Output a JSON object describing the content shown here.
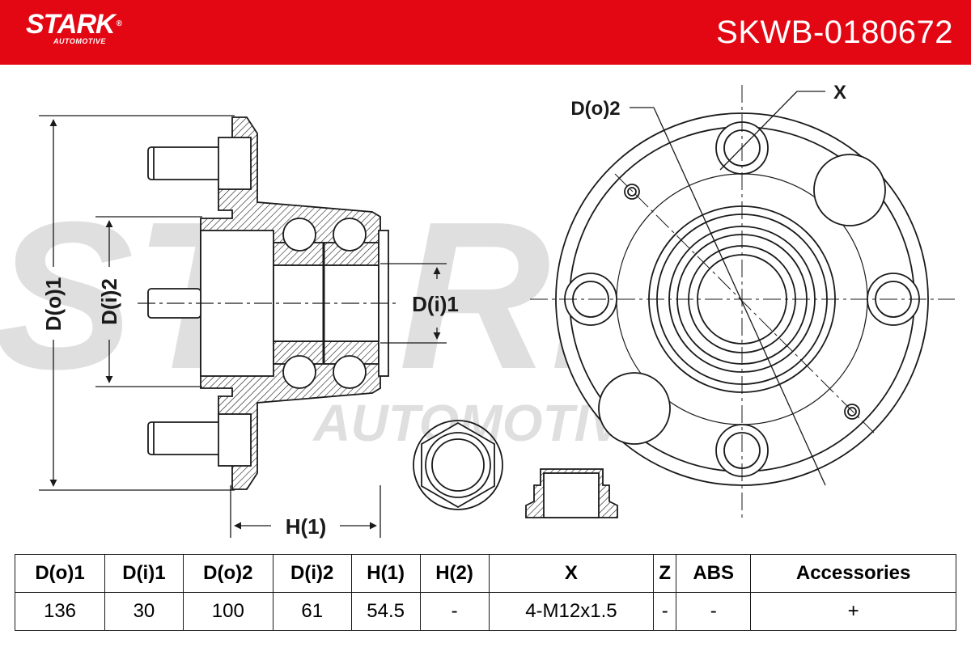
{
  "header": {
    "brand": "STARK",
    "brand_sub": "AUTOMOTIVE",
    "part_number": "SKWB-0180672",
    "bg_color": "#e30613"
  },
  "diagram": {
    "labels": {
      "d_o1": "D(o)1",
      "d_i2": "D(i)2",
      "d_i1": "D(i)1",
      "h1": "H(1)",
      "d_o2": "D(o)2",
      "x": "X"
    },
    "watermark": "STARK",
    "watermark_sub": "AUTOMOTIVE"
  },
  "table": {
    "headers": [
      "D(o)1",
      "D(i)1",
      "D(o)2",
      "D(i)2",
      "H(1)",
      "H(2)",
      "X",
      "Z",
      "ABS",
      "Accessories"
    ],
    "values": [
      "136",
      "30",
      "100",
      "61",
      "54.5",
      "-",
      "4-M12x1.5",
      "-",
      "-",
      "+"
    ]
  }
}
